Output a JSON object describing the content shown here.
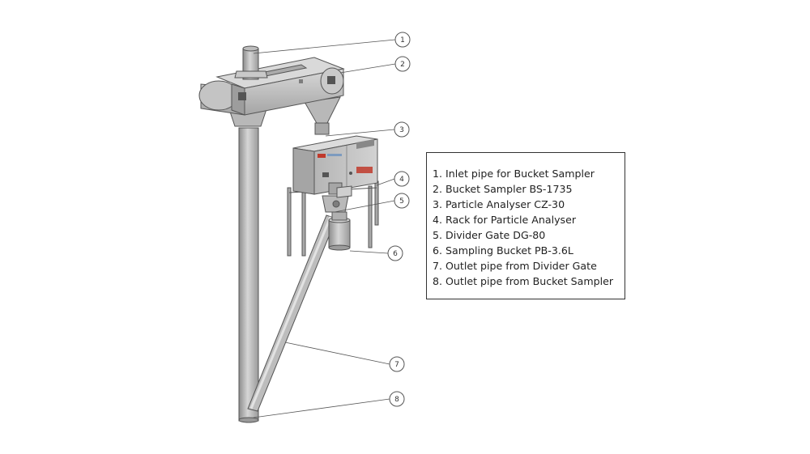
{
  "legend": {
    "items": [
      "1. Inlet pipe for Bucket Sampler",
      "2. Bucket Sampler BS-1735",
      "3. Particle Analyser CZ-30",
      "4. Rack for Particle Analyser",
      "5. Divider Gate DG-80",
      "6. Sampling Bucket PB-3.6L",
      "7. Outlet pipe from Divider Gate",
      "8. Outlet pipe from Bucket Sampler"
    ]
  },
  "callouts": [
    "1",
    "2",
    "3",
    "4",
    "5",
    "6",
    "7",
    "8"
  ],
  "colors": {
    "metal_light": "#c9c9c9",
    "metal_mid": "#a9a9a9",
    "metal_dark": "#7d7d7d",
    "outline": "#555555",
    "brand_red": "#c0392b"
  }
}
